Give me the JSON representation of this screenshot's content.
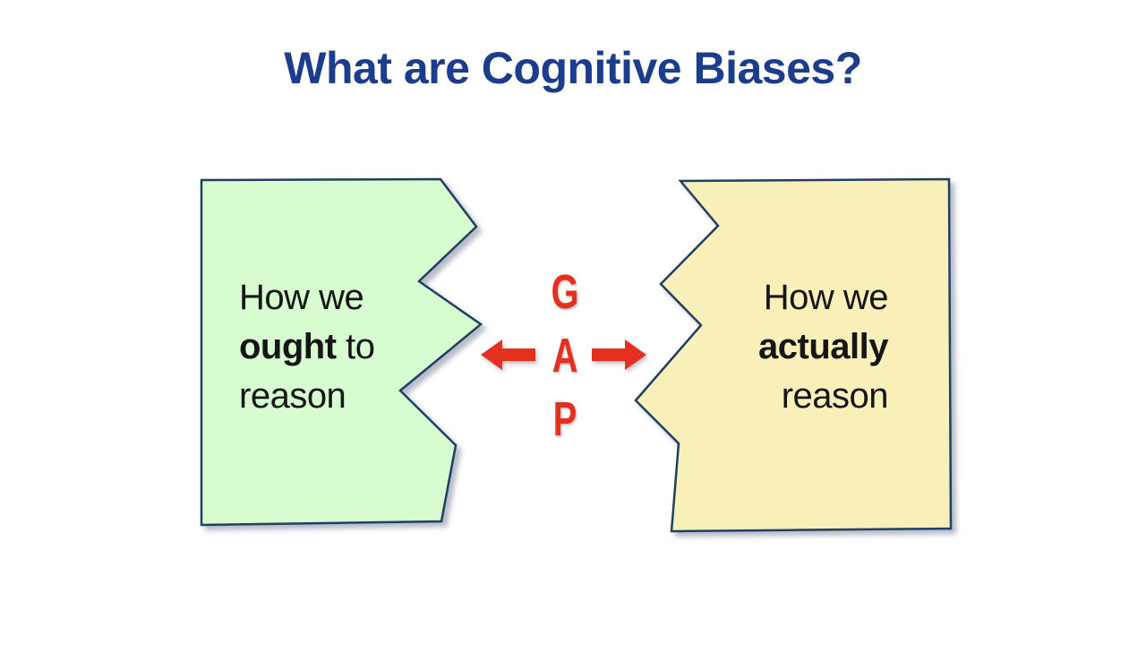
{
  "slide": {
    "title": "What are Cognitive Biases?"
  },
  "left_card": {
    "line1": "How we",
    "bold_word": "ought",
    "line2_rest": " to",
    "line3": "reason"
  },
  "right_card": {
    "line1": "How we",
    "bold_word": "actually",
    "line3": "reason"
  },
  "gap": {
    "letters": [
      "G",
      "A",
      "P"
    ]
  },
  "icons": {
    "left_arrow": "arrow-pointing-left",
    "right_arrow": "arrow-pointing-right"
  },
  "colors": {
    "title_text": "#1c3c8c",
    "left_card_fill": "#d6fccf",
    "right_card_fill": "#f9efb8",
    "card_border": "#1f3f63",
    "accent_red": "#e6301f",
    "body_text": "#151515",
    "background": "#ffffff"
  }
}
